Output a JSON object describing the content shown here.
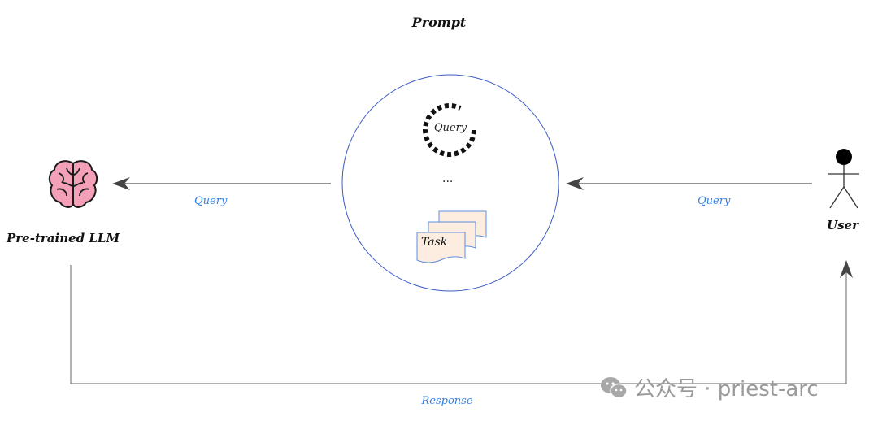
{
  "title": "Prompt",
  "nodes": {
    "llm": {
      "label": "Pre-trained LLM",
      "icon": "brain-icon",
      "color": "#f4a0b8"
    },
    "user": {
      "label": "User",
      "icon": "stick-figure-icon"
    },
    "prompt_circle": {
      "spinner_label": "Query",
      "ellipsis": "...",
      "task_label": "Task"
    }
  },
  "edges": {
    "user_to_prompt": "Query",
    "prompt_to_llm": "Query",
    "llm_to_user": "Response"
  },
  "watermark": "公众号 · priest-arc",
  "colors": {
    "edge_label": "#2f7fe6",
    "circle": "#3b5bc4",
    "line": "#555555"
  }
}
